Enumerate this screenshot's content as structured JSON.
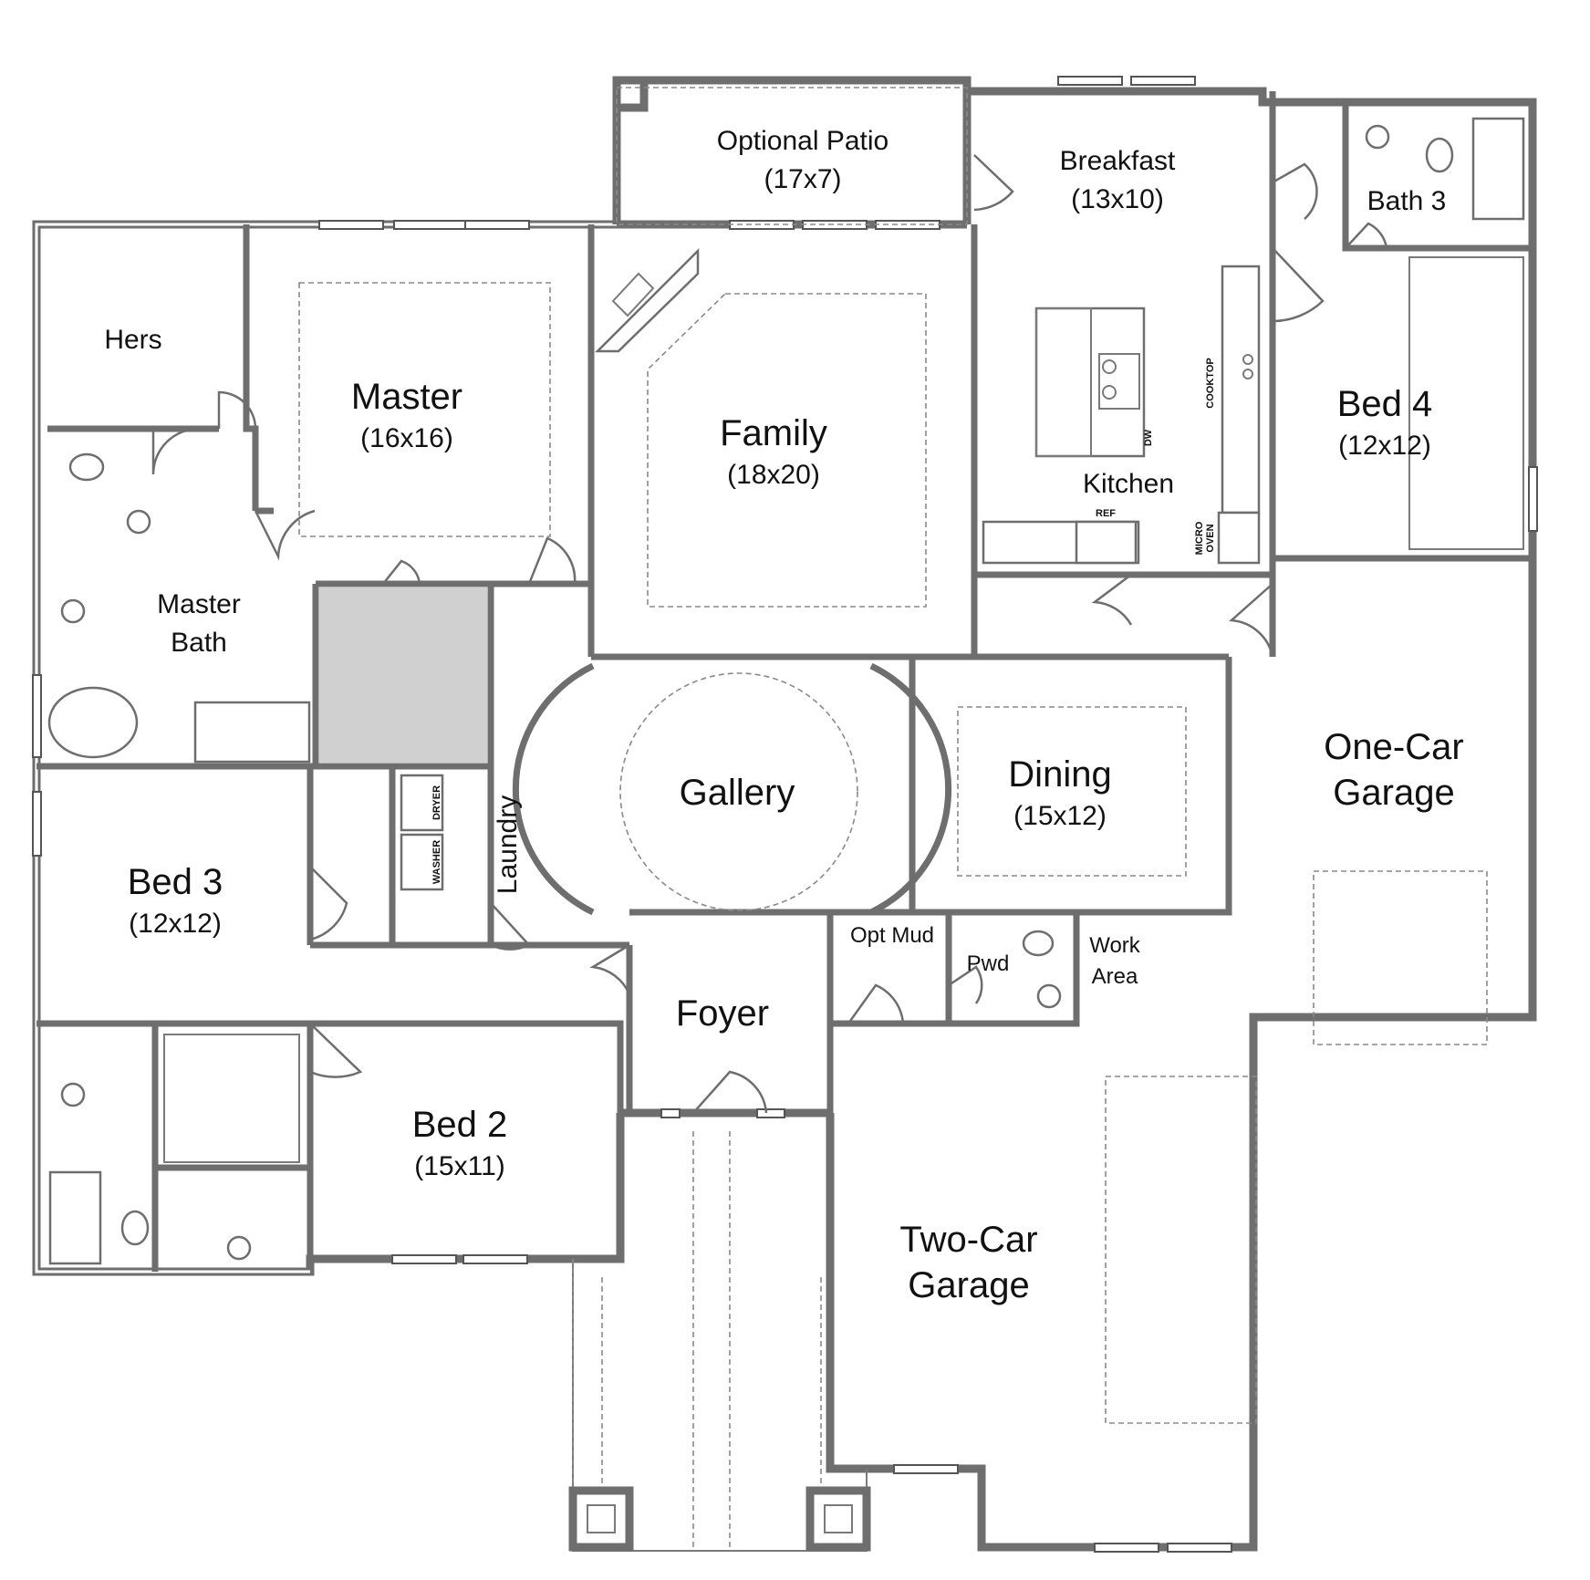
{
  "rooms": {
    "optional_patio": {
      "name": "Optional Patio",
      "size": "(17x7)"
    },
    "breakfast": {
      "name": "Breakfast",
      "size": "(13x10)"
    },
    "bath3": {
      "name": "Bath 3"
    },
    "hers": {
      "name": "Hers"
    },
    "master": {
      "name": "Master",
      "size": "(16x16)"
    },
    "family": {
      "name": "Family",
      "size": "(18x20)"
    },
    "kitchen": {
      "name": "Kitchen"
    },
    "bed4": {
      "name": "Bed 4",
      "size": "(12x12)"
    },
    "master_bath": {
      "name_line1": "Master",
      "name_line2": "Bath"
    },
    "gallery": {
      "name": "Gallery"
    },
    "dining": {
      "name": "Dining",
      "size": "(15x12)"
    },
    "one_car_garage": {
      "name_line1": "One-Car",
      "name_line2": "Garage"
    },
    "bed3": {
      "name": "Bed 3",
      "size": "(12x12)"
    },
    "laundry": {
      "name": "Laundry"
    },
    "opt_mud": {
      "name": "Opt Mud"
    },
    "pwd": {
      "name": "Pwd"
    },
    "work_area": {
      "name_line1": "Work",
      "name_line2": "Area"
    },
    "foyer": {
      "name": "Foyer"
    },
    "bed2": {
      "name": "Bed 2",
      "size": "(15x11)"
    },
    "two_car_garage": {
      "name_line1": "Two-Car",
      "name_line2": "Garage"
    }
  },
  "appliances": {
    "cooktop": "COOKTOP",
    "dw": "DW",
    "ref": "REF",
    "micro_oven_line1": "MICRO",
    "micro_oven_line2": "OVEN",
    "washer": "WASHER",
    "dryer": "DRYER"
  },
  "colors": {
    "wall": "#6e6e6e",
    "closet_fill": "#d0d0d0",
    "background": "#ffffff"
  }
}
